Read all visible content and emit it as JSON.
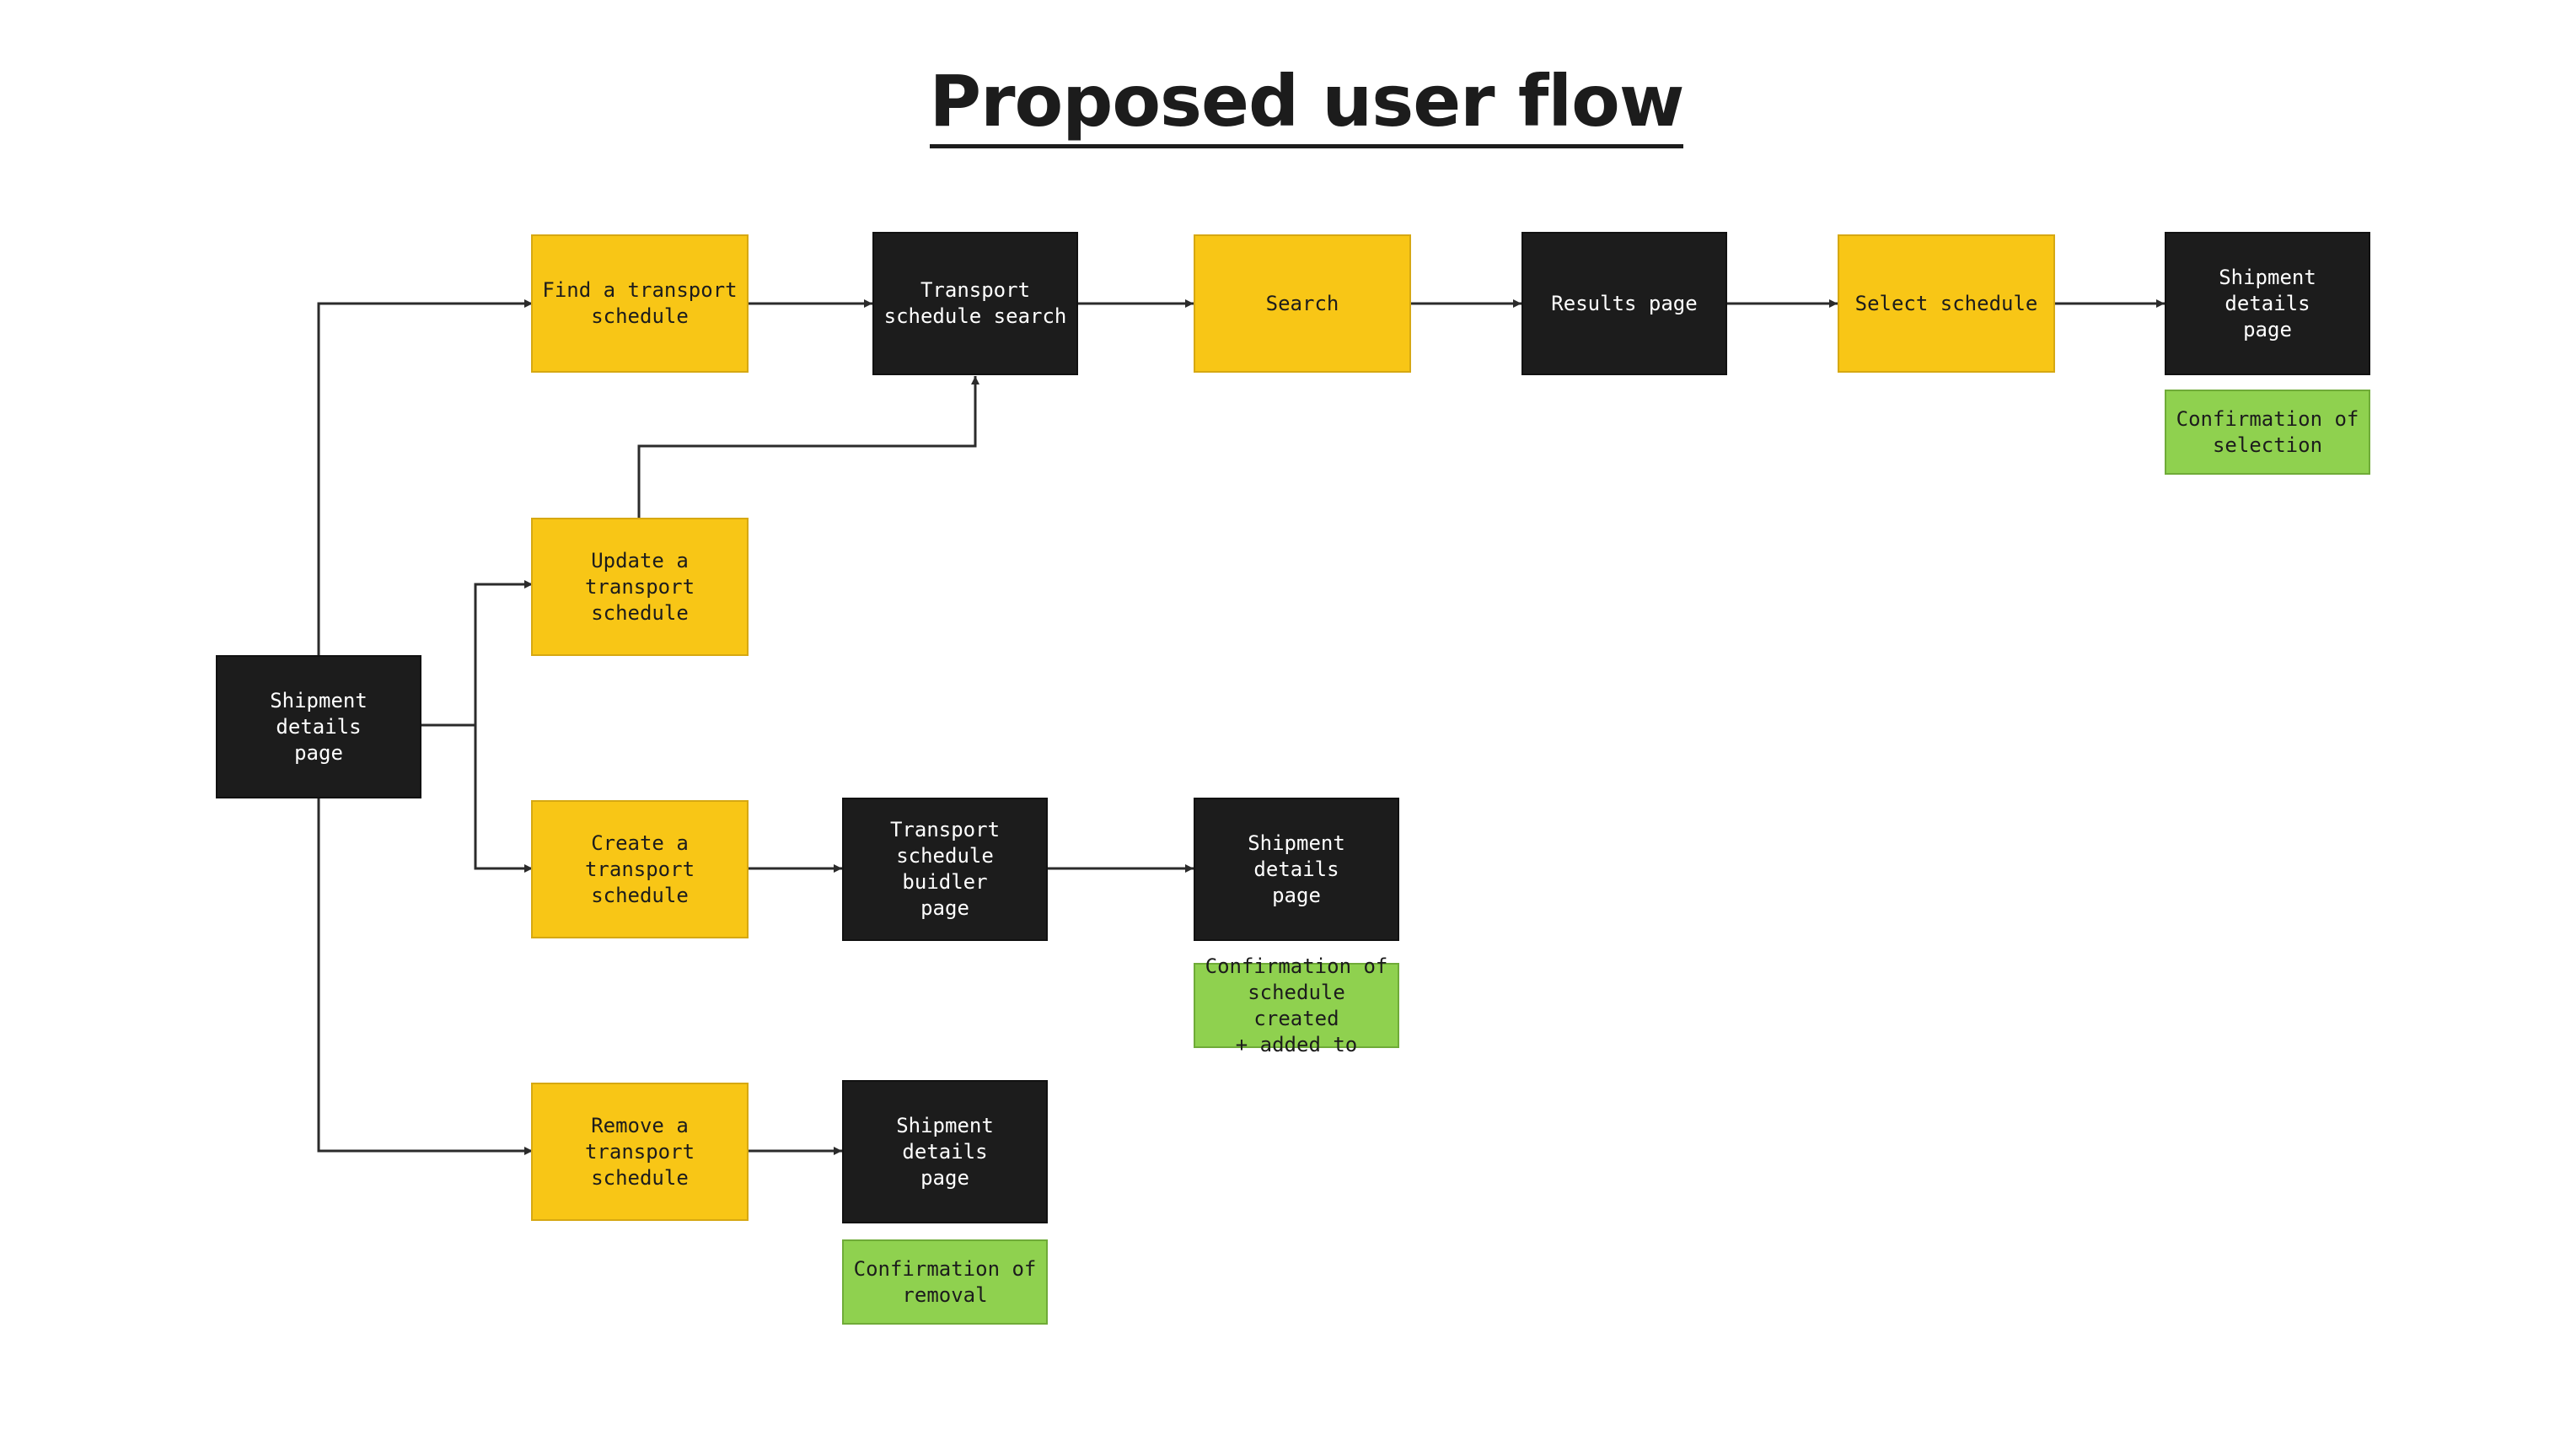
{
  "title": "Proposed user flow",
  "colors": {
    "action": "#f8c616",
    "page": "#1c1c1c",
    "confirmation": "#8fd14f",
    "connector": "#2b2b2b",
    "background": "#ffffff"
  },
  "nodes": {
    "shipment_root": "Shipment details\npage",
    "find": "Find a transport\nschedule",
    "search_page": "Transport\nschedule search",
    "search": "Search",
    "results": "Results page",
    "select": "Select schedule",
    "shipment_after_select": "Shipment details\npage",
    "confirm_selection": "Confirmation of\nselection",
    "update": "Update a\ntransport\nschedule",
    "create": "Create a\ntransport\nschedule",
    "builder": "Transport\nschedule buidler\npage",
    "shipment_after_create": "Shipment details\npage",
    "confirm_created": "Confirmation of\nschedule created\n+ added to",
    "remove": "Remove a\ntransport\nschedule",
    "shipment_after_remove": "Shipment details\npage",
    "confirm_removal": "Confirmation of\nremoval"
  }
}
